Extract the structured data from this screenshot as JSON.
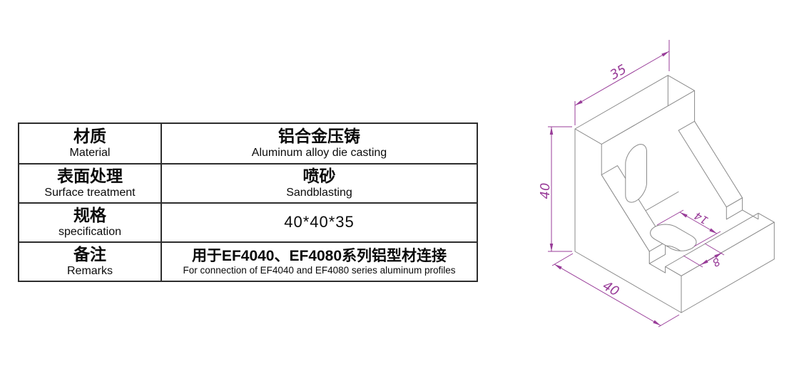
{
  "table": {
    "rows": [
      {
        "label_zh": "材质",
        "label_en": "Material",
        "value_zh": "铝合金压铸",
        "value_en": "Aluminum alloy die casting"
      },
      {
        "label_zh": "表面处理",
        "label_en": "Surface treatment",
        "value_zh": "喷砂",
        "value_en": "Sandblasting"
      },
      {
        "label_zh": "规格",
        "label_en": "specification",
        "value_zh": "40*40*35",
        "value_en": ""
      },
      {
        "label_zh": "备注",
        "label_en": "Remarks",
        "value_zh": "用于EF4040、EF4080系列铝型材连接",
        "value_en": "For connection of EF4040 and EF4080 series aluminum profiles"
      }
    ]
  },
  "drawing": {
    "part": "corner bracket isometric view",
    "dims": {
      "width": "35",
      "height": "40",
      "depth": "40",
      "slot_length": "14",
      "slot_width": "8"
    },
    "colors": {
      "dimension": "#993D99",
      "outline": "#8a8a8a"
    }
  }
}
